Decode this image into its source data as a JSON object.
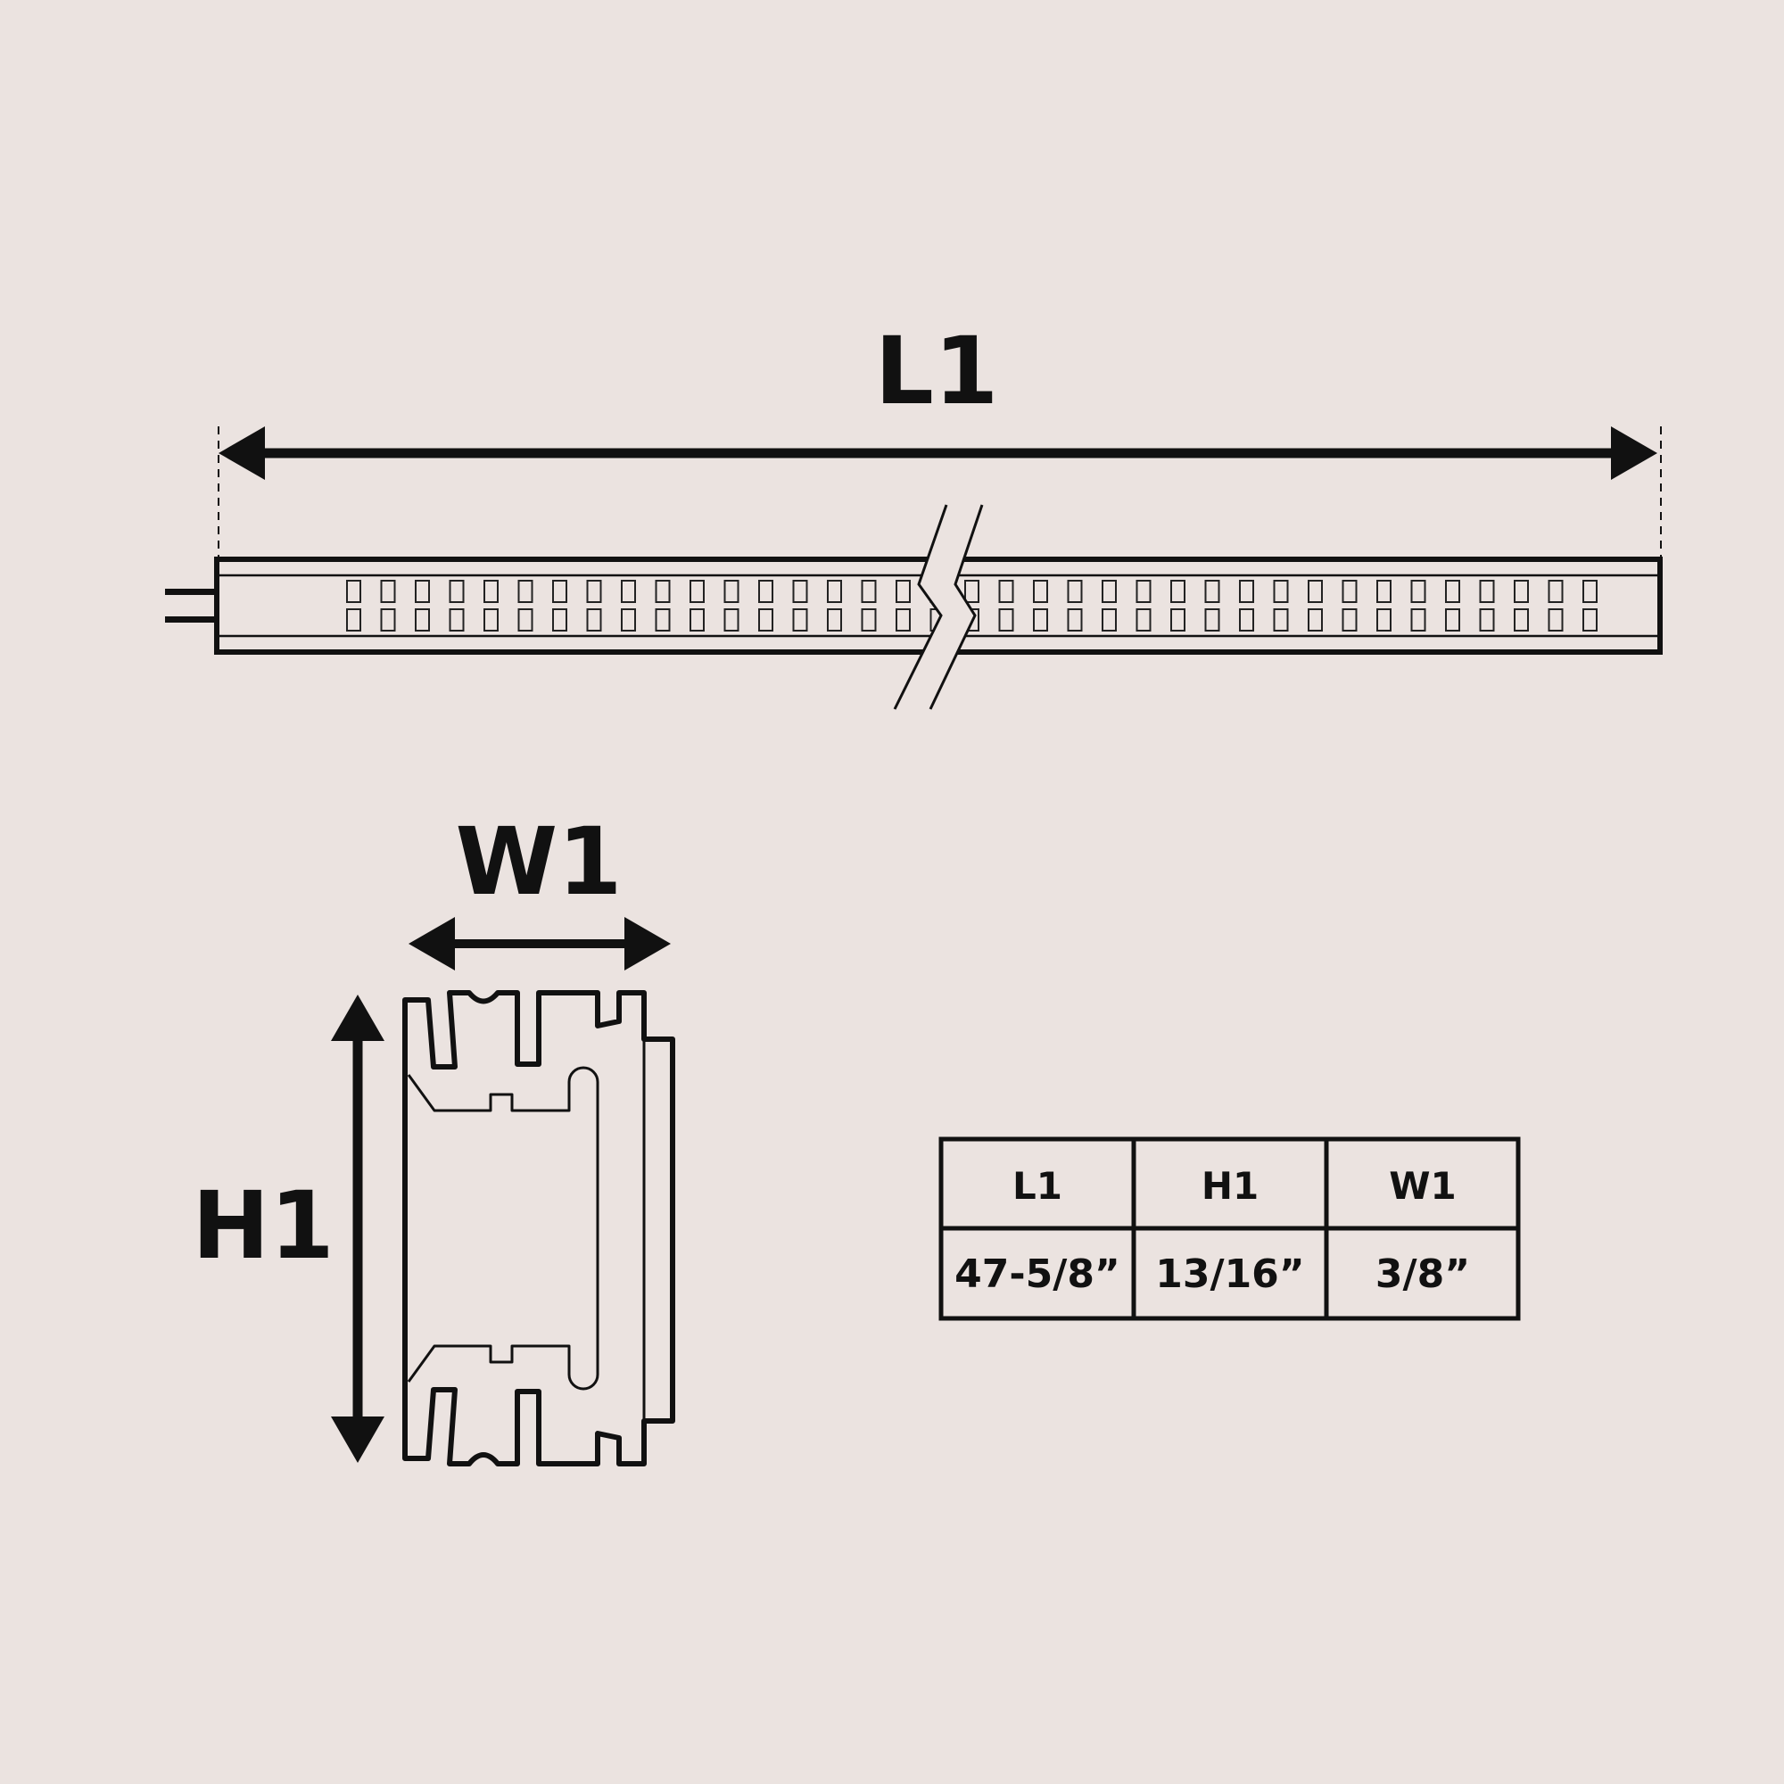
{
  "labels": {
    "length": "L1",
    "width": "W1",
    "height": "H1"
  },
  "table": {
    "headers": [
      "L1",
      "H1",
      "W1"
    ],
    "values": [
      "47-5/8”",
      "13/16”",
      "3/8”"
    ]
  },
  "colors": {
    "background": "#ebe3e0",
    "ink": "#111111"
  }
}
